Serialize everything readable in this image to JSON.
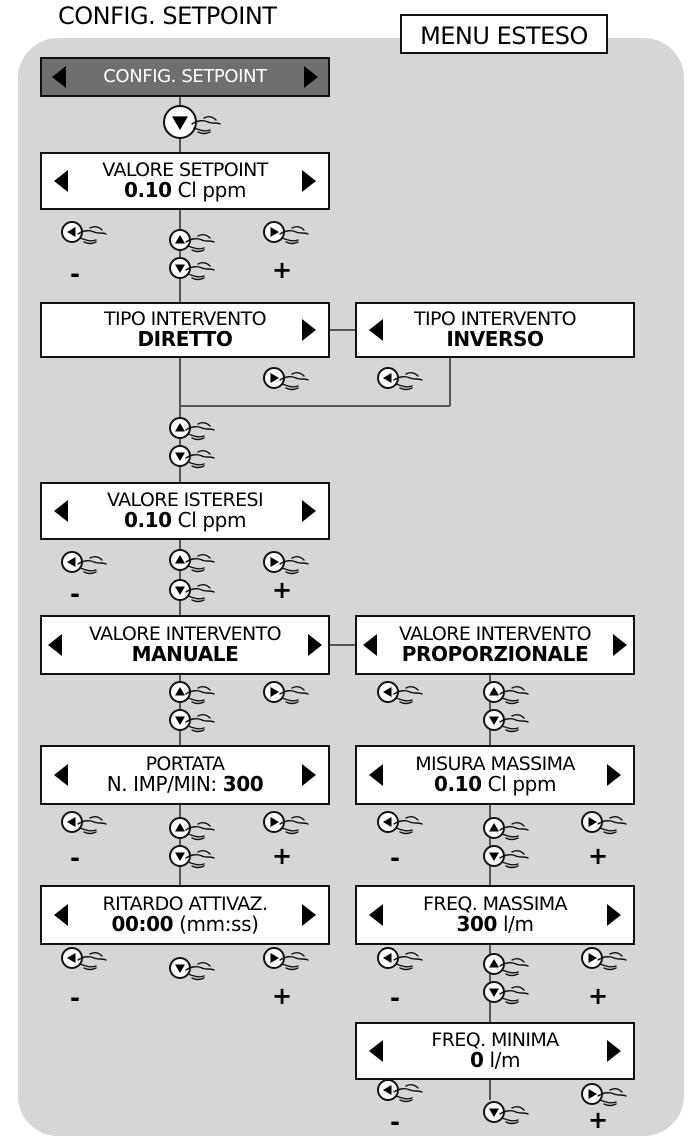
{
  "title": "CONFIG. SETPOINT",
  "menu_label": "MENU ESTESO",
  "header_box": "CONFIG. SETPOINT",
  "nodes": {
    "valore_setpoint": {
      "line1": "VALORE SETPOINT",
      "value": "0.10",
      "unit": "Cl ppm"
    },
    "tipo_diretto": {
      "line1": "TIPO INTERVENTO",
      "line2": "DIRETTO"
    },
    "tipo_inverso": {
      "line1": "TIPO INTERVENTO",
      "line2": "INVERSO"
    },
    "valore_isteresi": {
      "line1": "VALORE ISTERESI",
      "value": "0.10",
      "unit": "Cl ppm"
    },
    "valore_manuale": {
      "line1": "VALORE INTERVENTO",
      "line2": "MANUALE"
    },
    "valore_proporzionale": {
      "line1": "VALORE INTERVENTO",
      "line2": "PROPORZIONALE"
    },
    "portata": {
      "line1": "PORTATA",
      "prefix": "N. IMP/MIN:",
      "value": "300"
    },
    "misura_massima": {
      "line1": "MISURA MASSIMA",
      "value": "0.10",
      "unit": "Cl ppm"
    },
    "ritardo": {
      "line1": "RITARDO ATTIVAZ.",
      "value": "00:00",
      "unit": "(mm:ss)"
    },
    "freq_massima": {
      "line1": "FREQ. MASSIMA",
      "value": "300",
      "unit": "l/m"
    },
    "freq_minima": {
      "line1": "FREQ. MINIMA",
      "value": "0",
      "unit": "l/m"
    }
  },
  "symbols": {
    "minus": "-",
    "plus": "+"
  },
  "colors": {
    "panel": "#d6d6d6",
    "header": "#6f6f6f",
    "line": "#555555"
  },
  "icons": [
    "left-button-icon",
    "right-button-icon",
    "up-button-icon",
    "down-button-icon",
    "hand-icon"
  ]
}
